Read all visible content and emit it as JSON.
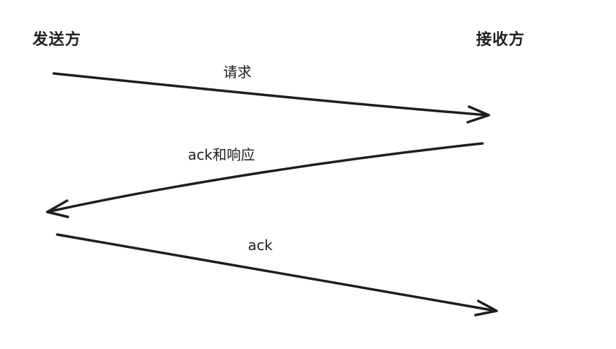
{
  "diagram": {
    "sender": "发送方",
    "receiver": "接收方",
    "messages": [
      {
        "label": "请求",
        "from": "发送方",
        "to": "接收方"
      },
      {
        "label": "ack和响应",
        "from": "接收方",
        "to": "发送方"
      },
      {
        "label": "ack",
        "from": "发送方",
        "to": "接收方"
      }
    ],
    "stroke_color": "#1e1e1e",
    "background": "#ffffff"
  }
}
